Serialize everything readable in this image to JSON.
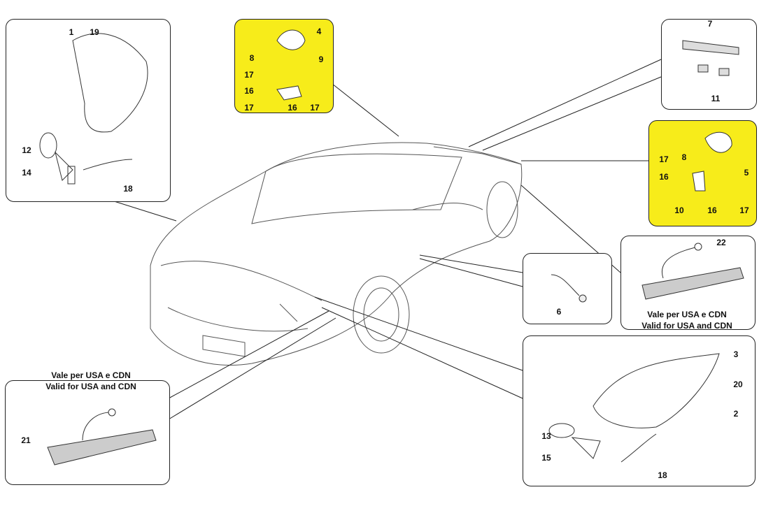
{
  "panels": {
    "headlight_left": {
      "labels": [
        "1",
        "19",
        "12",
        "14",
        "18"
      ]
    },
    "side_repeater_front": {
      "labels": [
        "4",
        "8",
        "9",
        "17",
        "16",
        "17",
        "16",
        "17"
      ]
    },
    "third_brake_light": {
      "labels": [
        "7",
        "11"
      ]
    },
    "side_repeater_rear": {
      "labels": [
        "8",
        "5",
        "17",
        "16",
        "10",
        "16",
        "17"
      ]
    },
    "rear_side_marker": {
      "labels": [
        "22"
      ],
      "note_it": "Vale per USA e CDN",
      "note_en": "Valid for USA and CDN"
    },
    "sensor": {
      "labels": [
        "6"
      ]
    },
    "headlight_right": {
      "labels": [
        "3",
        "20",
        "2",
        "13",
        "15",
        "18"
      ]
    },
    "front_side_marker": {
      "labels": [
        "21"
      ],
      "note_it": "Vale per USA e CDN",
      "note_en": "Valid for USA and CDN"
    }
  },
  "colors": {
    "highlight": "#f7ec1a",
    "line": "#222222"
  }
}
